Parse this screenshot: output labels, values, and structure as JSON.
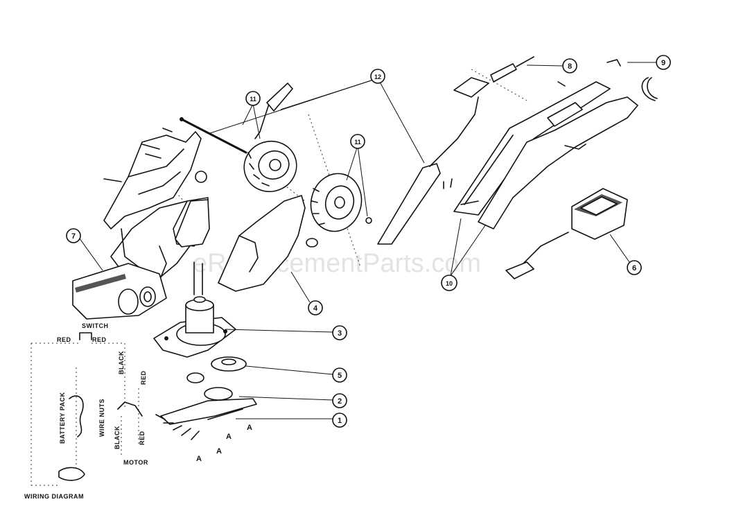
{
  "watermark": "eReplacementParts.com",
  "callouts": [
    "1",
    "2",
    "3",
    "4",
    "5",
    "6",
    "7",
    "8",
    "9",
    "10",
    "11",
    "12"
  ],
  "wiring": {
    "title": "WIRING DIAGRAM",
    "switch": "SWITCH",
    "red_left": "RED",
    "red_right": "RED",
    "black_top": "BLACK",
    "red_top": "RED",
    "battery_pack": "BATTERY PACK",
    "wire_nuts": "WIRE NUTS",
    "black_bottom": "BLACK",
    "red_bottom": "RED",
    "motor": "MOTOR"
  },
  "blade_marks": [
    "A",
    "A",
    "A",
    "A"
  ]
}
